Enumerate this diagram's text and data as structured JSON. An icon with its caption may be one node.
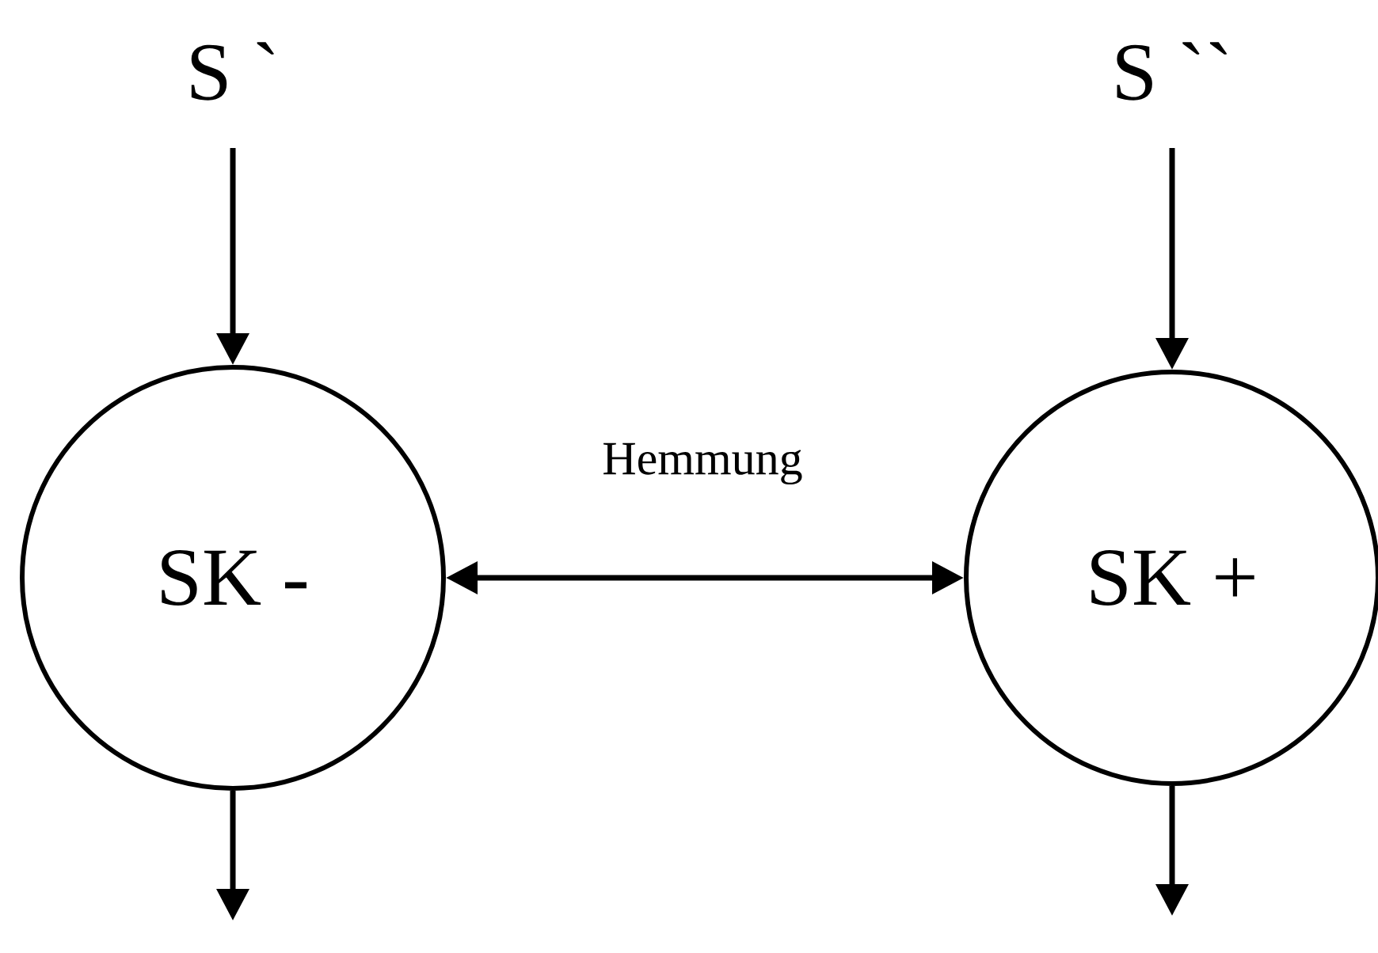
{
  "diagram": {
    "nodes": [
      {
        "text": [
          "S `"
        ]
      },
      {
        "text": [
          "S ``"
        ]
      },
      {
        "text": [
          "SK -"
        ]
      },
      {
        "text": [
          "SK +"
        ]
      }
    ],
    "edges": [
      {
        "from": 0,
        "to": 2,
        "arrow": "to"
      },
      {
        "from": 1,
        "to": 3,
        "arrow": "to"
      },
      {
        "from": 2,
        "to": 3,
        "arrow": "both",
        "label": "Hemmung"
      },
      {
        "from": 2,
        "to": null,
        "arrow": "to"
      },
      {
        "from": 3,
        "to": null,
        "arrow": "to"
      }
    ]
  }
}
